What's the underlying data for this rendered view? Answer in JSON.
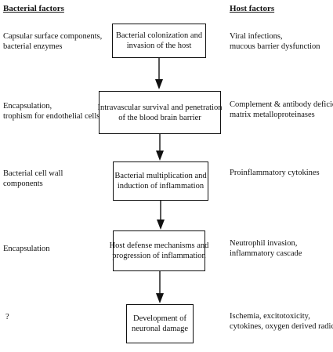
{
  "headers": {
    "bacterial": "Bacterial factors",
    "host": "Host factors"
  },
  "stages": [
    {
      "box": [
        "Bacterial colonization and",
        "invasion of the host"
      ],
      "bacterial": [
        "Capsular surface components,",
        "bacterial enzymes"
      ],
      "host": [
        "Viral infections,",
        "mucous barrier dysfunction"
      ]
    },
    {
      "box": [
        "Intravascular survival and penetration",
        "of the blood brain barrier"
      ],
      "bacterial": [
        "Encapsulation,",
        "trophism for endothelial cells"
      ],
      "host": [
        "Complement & antibody deficiency,",
        "matrix metalloproteinases"
      ]
    },
    {
      "box": [
        "Bacterial multiplication and",
        "induction of inflammation"
      ],
      "bacterial": [
        "Bacterial cell wall",
        "components"
      ],
      "host": [
        "Proinflammatory cytokines"
      ]
    },
    {
      "box": [
        "Host defense mechanisms and",
        "progression of inflammation"
      ],
      "bacterial": [
        "Encapsulation"
      ],
      "host": [
        "Neutrophil invasion,",
        "inflammatory cascade"
      ]
    },
    {
      "box": [
        "Development of",
        "neuronal damage"
      ],
      "bacterial": [
        "?"
      ],
      "host": [
        "Ischemia, excitotoxicity,",
        "cytokines, oxygen derived radicals"
      ]
    }
  ]
}
